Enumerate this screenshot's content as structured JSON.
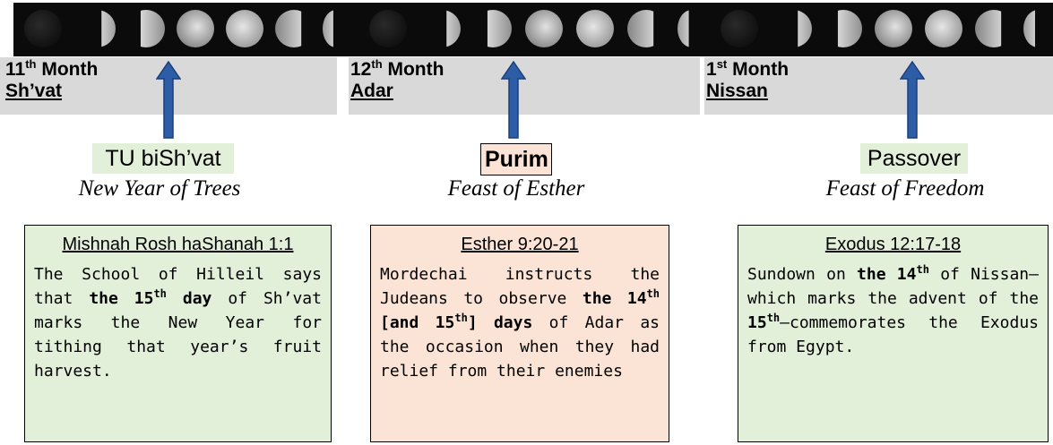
{
  "colors": {
    "moon_strip": "#0b0b0b",
    "month_bar": "#d9d9d9",
    "arrow_fill": "#2e5da8",
    "arrow_stroke": "#1d3f78",
    "green_box": "#e2efd9",
    "peach_box": "#fbe4d5",
    "green_label_bg": "#e2efd9",
    "purim_label_bg": "#fbe4d5"
  },
  "columns": [
    {
      "month_ordinal": "11",
      "month_suffix": "th",
      "month_word": "Month",
      "month_name": "Sh’vat",
      "holiday": "TU biSh’vat",
      "holiday_subtitle": "New Year of Trees",
      "box_reference": "Mishnah Rosh haShanah 1:1",
      "box_text_1": "The School of Hilleil says that ",
      "box_bold_1": "the 15",
      "box_bold_sup_1": "th",
      "box_bold_2": " day",
      "box_text_2": " of Sh’vat marks the New Year for tithing that year’s fruit harvest."
    },
    {
      "month_ordinal": "12",
      "month_suffix": "th",
      "month_word": "Month",
      "month_name": "Adar",
      "holiday": "Purim",
      "holiday_subtitle": "Feast of Esther",
      "box_reference": "Esther 9:20-21",
      "box_text_1": "Mordechai instructs the Judeans to observe ",
      "box_bold_1": "the 14",
      "box_bold_sup_1": "th",
      "box_bold_2": " [and 15",
      "box_bold_sup_2": "th",
      "box_bold_3": "] days",
      "box_text_2": " of Adar as the occasion when they had relief from their enemies"
    },
    {
      "month_ordinal": "1",
      "month_suffix": "st",
      "month_word": "Month",
      "month_name": "Nissan",
      "holiday": "Passover",
      "holiday_subtitle": "Feast of Freedom",
      "box_reference": "Exodus 12:17-18",
      "box_text_1": "Sundown on ",
      "box_bold_1": "the 14",
      "box_bold_sup_1": "th",
      "box_text_2": " of Nissan— which marks the advent of the ",
      "box_bold_2": "15",
      "box_bold_sup_2": "th",
      "box_text_3": "—commemorates the Exodus from Egypt."
    }
  ]
}
